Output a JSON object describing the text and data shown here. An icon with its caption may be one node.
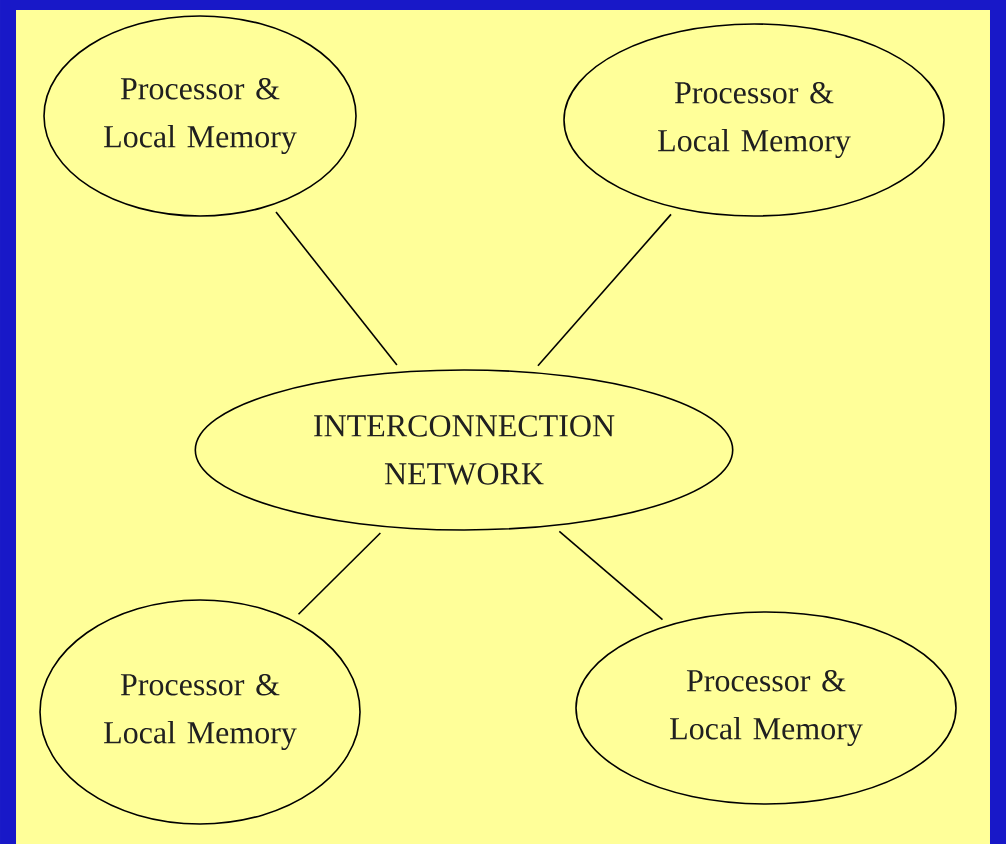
{
  "diagram": {
    "nodes": [
      {
        "text": [
          "Processor & Local Memory"
        ]
      },
      {
        "text": [
          "Processor & Local Memory"
        ]
      },
      {
        "text": [
          "INTERCONNECTION NETWORK"
        ]
      },
      {
        "text": [
          "Processor & Local Memory"
        ]
      },
      {
        "text": [
          "Processor & Local Memory"
        ]
      }
    ],
    "edges": [
      {
        "from": 0,
        "to": 2,
        "arrow": "none"
      },
      {
        "from": 1,
        "to": 2,
        "arrow": "none"
      },
      {
        "from": 2,
        "to": 3,
        "arrow": "none"
      },
      {
        "from": 2,
        "to": 4,
        "arrow": "none"
      }
    ]
  }
}
